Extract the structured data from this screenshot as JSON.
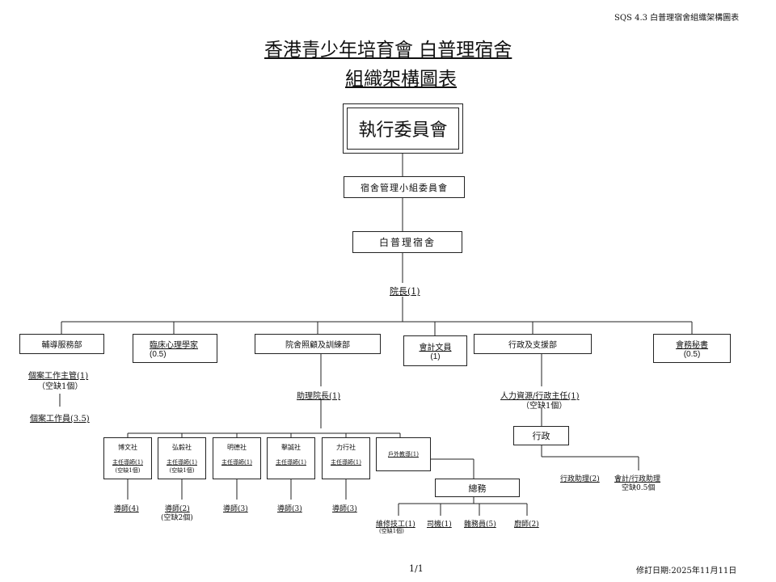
{
  "header": {
    "doc_code": "SQS 4.3 白普理宿舍組織架構圖表"
  },
  "title": {
    "line1": "香港青少年培育會 白普理宿舍",
    "line2": "組織架構圖表"
  },
  "top": {
    "executive": "執行委員會",
    "management": "宿舍管理小組委員會",
    "hostel": "白普理宿舍",
    "director": "院長(1)"
  },
  "departments": {
    "counselling": "輔導服務部",
    "psych": {
      "label": "臨床心理學家",
      "count": "(0.5)"
    },
    "care": "院舍照顧及訓練部",
    "accounting": {
      "label": "會計文員",
      "count": "(1)"
    },
    "admin": "行政及支援部",
    "secretary": {
      "label": "會務秘書",
      "count": "(0.5)"
    }
  },
  "counselling_staff": {
    "supervisor": "個案工作主管(1)",
    "supervisor_vacancy": "（空缺1個）",
    "worker": "個案工作員(3.5)"
  },
  "care_staff": {
    "assistant_director": "助理院長(1)",
    "units": [
      {
        "name": "博文社",
        "lead": "主任導師(1)",
        "vacancy": "(空缺1個)",
        "staff": "導師(4)",
        "staff_note": ""
      },
      {
        "name": "弘毅社",
        "lead": "主任導師(1)",
        "vacancy": "(空缺1個)",
        "staff": "導師(2)",
        "staff_note": "(空缺2個)"
      },
      {
        "name": "明德社",
        "lead": "主任導師(1)",
        "vacancy": "",
        "staff": "導師(3)",
        "staff_note": ""
      },
      {
        "name": "擊誠社",
        "lead": "主任導師(1)",
        "vacancy": "",
        "staff": "導師(3)",
        "staff_note": ""
      },
      {
        "name": "力行社",
        "lead": "主任導師(1)",
        "vacancy": "",
        "staff": "導師(3)",
        "staff_note": ""
      }
    ],
    "outreach": "戶外教導(1)"
  },
  "admin_staff": {
    "hr": "人力資源/行政主任(1)",
    "hr_vacancy": "（空缺1個）",
    "admin": "行政",
    "admin_assistant": "行政助理(2)",
    "accounting_assistant": "會計/行政助理",
    "accounting_vacancy": "空缺0.5個",
    "general": "總務",
    "general_staff": [
      {
        "label": "維修技工(1)",
        "note": "(空缺1個)"
      },
      {
        "label": "司機(1)",
        "note": ""
      },
      {
        "label": "雜務員(5)",
        "note": ""
      },
      {
        "label": "廚師(2)",
        "note": ""
      }
    ]
  },
  "footer": {
    "page": "1/1",
    "revised": "修訂日期:2025年11月11日"
  }
}
